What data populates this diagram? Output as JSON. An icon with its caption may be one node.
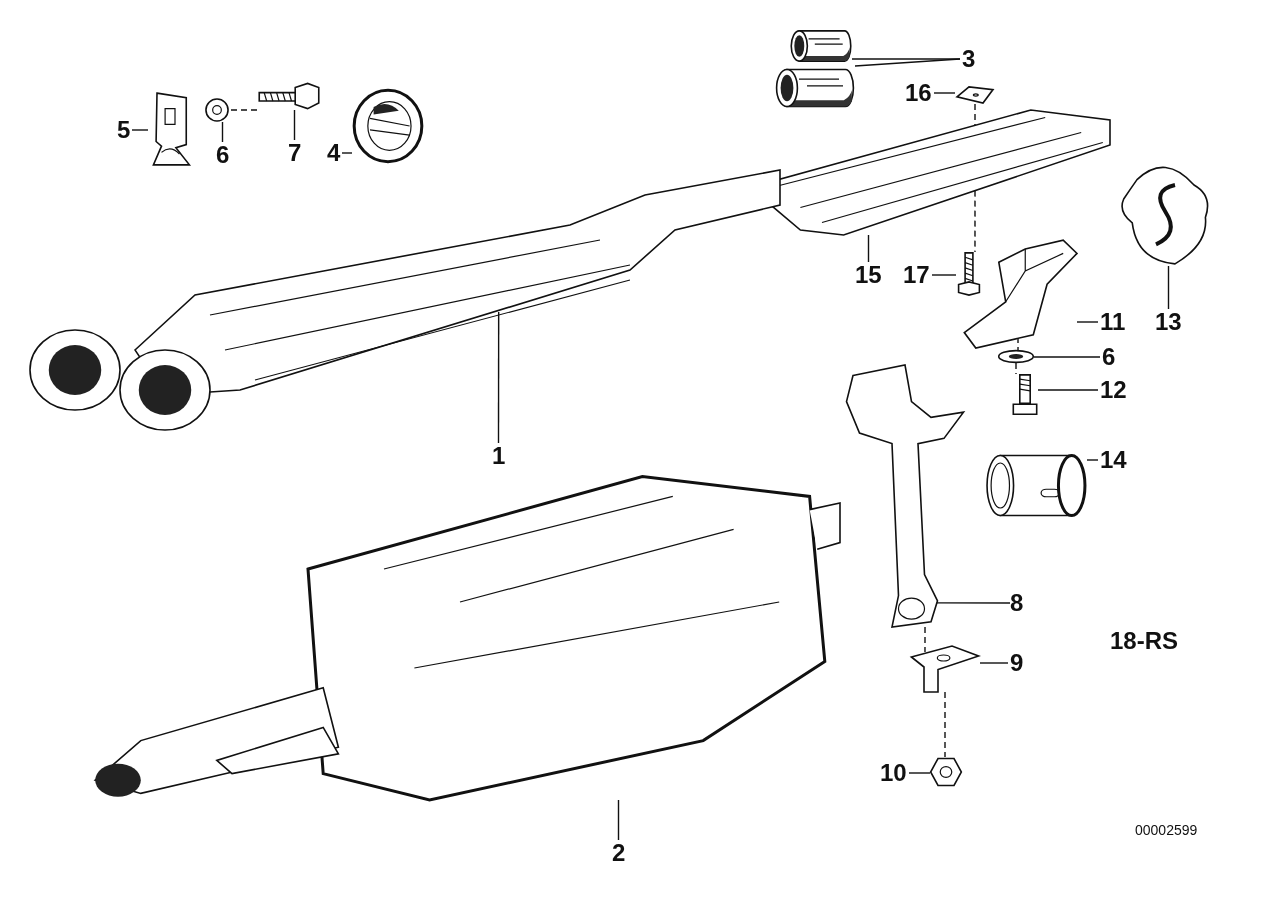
{
  "diagram": {
    "nodes": [
      {
        "text": [
          "3"
        ]
      },
      {
        "text": [],
        "shape": "picture"
      },
      {
        "text": [],
        "shape": "picture"
      },
      {
        "text": [
          "16"
        ]
      },
      {
        "text": [],
        "shape": "picture"
      },
      {
        "text": [
          "5"
        ]
      },
      {
        "text": [],
        "shape": "picture"
      },
      {
        "text": [
          "6"
        ]
      },
      {
        "text": [],
        "shape": "picture"
      },
      {
        "text": [
          "7"
        ]
      },
      {
        "text": [],
        "shape": "picture"
      },
      {
        "text": [
          "4"
        ]
      },
      {
        "text": [],
        "shape": "picture"
      },
      {
        "text": [
          "15"
        ]
      },
      {
        "text": [],
        "shape": "picture"
      },
      {
        "text": [
          "17"
        ]
      },
      {
        "text": [],
        "shape": "picture"
      },
      {
        "text": [
          "11"
        ]
      },
      {
        "text": [],
        "shape": "picture"
      },
      {
        "text": [
          "13"
        ]
      },
      {
        "text": [],
        "shape": "picture"
      },
      {
        "text": [
          "6"
        ]
      },
      {
        "text": [],
        "shape": "picture"
      },
      {
        "text": [
          "12"
        ]
      },
      {
        "text": [],
        "shape": "picture"
      },
      {
        "text": [
          "1"
        ]
      },
      {
        "text": [],
        "shape": "picture"
      },
      {
        "text": [
          "14"
        ]
      },
      {
        "text": [],
        "shape": "picture"
      },
      {
        "text": [
          "8"
        ]
      },
      {
        "text": [],
        "shape": "picture"
      },
      {
        "text": [
          "9"
        ]
      },
      {
        "text": [],
        "shape": "picture"
      },
      {
        "text": [
          "10"
        ]
      },
      {
        "text": [],
        "shape": "picture"
      },
      {
        "text": [
          "2"
        ]
      },
      {
        "text": [],
        "shape": "picture"
      }
    ],
    "edges": [
      {
        "from": 0,
        "to": 1,
        "arrow": "none"
      },
      {
        "from": 0,
        "to": 2,
        "arrow": "none"
      },
      {
        "from": 3,
        "to": 4,
        "arrow": "none"
      },
      {
        "from": 5,
        "to": 6,
        "arrow": "none"
      },
      {
        "from": 7,
        "to": 8,
        "arrow": "none"
      },
      {
        "from": 9,
        "to": 10,
        "arrow": "none"
      },
      {
        "from": 11,
        "to": 12,
        "arrow": "none"
      },
      {
        "from": 13,
        "to": 14,
        "arrow": "none"
      },
      {
        "from": 15,
        "to": 16,
        "arrow": "none"
      },
      {
        "from": 17,
        "to": 18,
        "arrow": "none"
      },
      {
        "from": 19,
        "to": 20,
        "arrow": "none"
      },
      {
        "from": 21,
        "to": 22,
        "arrow": "none"
      },
      {
        "from": 23,
        "to": 24,
        "arrow": "none"
      },
      {
        "from": 25,
        "to": 26,
        "arrow": "none"
      },
      {
        "from": 27,
        "to": 28,
        "arrow": "none"
      },
      {
        "from": 29,
        "to": 30,
        "arrow": "none"
      },
      {
        "from": 31,
        "to": 32,
        "arrow": "none"
      },
      {
        "from": 33,
        "to": 34,
        "arrow": "none"
      },
      {
        "from": 35,
        "to": 36,
        "arrow": "none"
      },
      {
        "from": 4,
        "to": 14,
        "arrow": "none",
        "style": "dashed"
      },
      {
        "from": 8,
        "to": 10,
        "arrow": "none",
        "style": "dashed"
      },
      {
        "from": 18,
        "to": 22,
        "arrow": "none",
        "style": "dashed"
      },
      {
        "from": 22,
        "to": 24,
        "arrow": "none",
        "style": "dashed"
      },
      {
        "from": 30,
        "to": 32,
        "arrow": "none",
        "style": "dashed"
      },
      {
        "from": 32,
        "to": 34,
        "arrow": "none",
        "style": "dashed"
      },
      {
        "from": 14,
        "to": 16,
        "arrow": "none",
        "style": "dashed"
      }
    ],
    "labels": [
      "18-RS",
      "00002599"
    ]
  }
}
